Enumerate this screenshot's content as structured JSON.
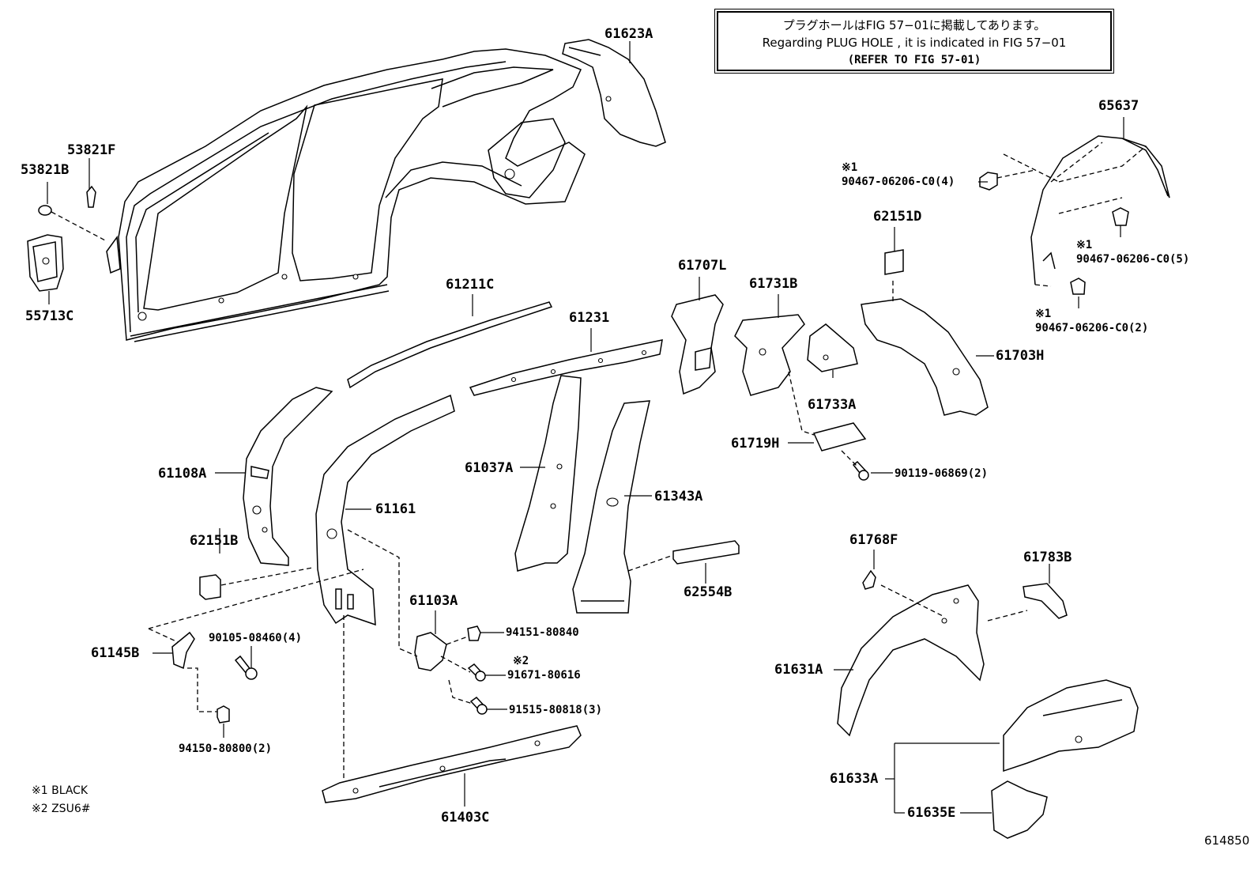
{
  "note": {
    "line1": "プラグホールはFIG 57−01に掲載してあります。",
    "line2": "Regarding  PLUG  HOLE , it is indicated in FIG 57−01",
    "line3": "(REFER TO FIG 57-01)"
  },
  "labels": {
    "p61623A": "61623A",
    "p53821F": "53821F",
    "p53821B": "53821B",
    "p55713C": "55713C",
    "p65637": "65637",
    "p62151D": "62151D",
    "p61707L": "61707L",
    "p61731B": "61731B",
    "p61211C": "61211C",
    "p61231": "61231",
    "p61703H": "61703H",
    "p61733A": "61733A",
    "p61719H": "61719H",
    "p90119": "90119-06869(2)",
    "p61108A": "61108A",
    "p61161": "61161",
    "p61037A": "61037A",
    "p61343A": "61343A",
    "p62151B": "62151B",
    "p62554B": "62554B",
    "p61768F": "61768F",
    "p61783B": "61783B",
    "p61103A": "61103A",
    "p94151": "94151-80840",
    "p91671": "91671-80616",
    "p91515": "91515-80818(3)",
    "p90105": "90105-08460(4)",
    "p61145B": "61145B",
    "p94150": "94150-80800(2)",
    "p61631A": "61631A",
    "p61633A": "61633A",
    "p61635E": "61635E",
    "p61403C": "61403C",
    "clip_a": "90467-06206-C0(4)",
    "clip_b": "90467-06206-C0(5)",
    "clip_c": "90467-06206-C0(2)"
  },
  "marks": {
    "m1": "※1",
    "m2": "※2"
  },
  "legend": {
    "black": "※1 BLACK",
    "zsu": "※2 ZSU6#"
  },
  "figure_number": "614850"
}
